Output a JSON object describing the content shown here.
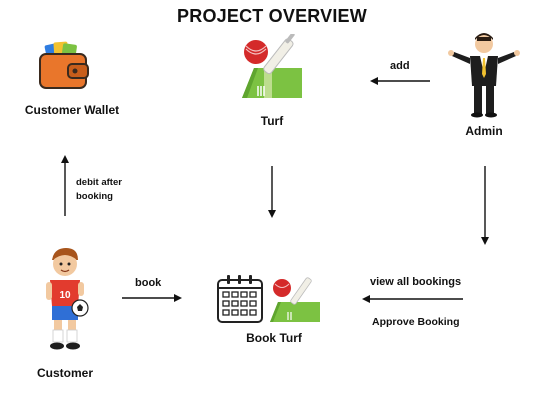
{
  "title": "PROJECT OVERVIEW",
  "nodes": {
    "wallet": {
      "label": "Customer Wallet",
      "icon": "wallet-icon"
    },
    "turf": {
      "label": "Turf",
      "icon": "cricket-turf-icon"
    },
    "admin": {
      "label": "Admin",
      "icon": "admin-person-icon"
    },
    "customer": {
      "label": "Customer",
      "icon": "football-player-icon"
    },
    "book_turf": {
      "label": "Book Turf",
      "icon": "calendar-turf-icon"
    }
  },
  "edges": {
    "admin_to_turf": "add",
    "customer_to_wallet": "debit after booking",
    "customer_to_book": "book",
    "admin_to_book_top": "view all bookings",
    "admin_to_book_bottom": "Approve Booking"
  },
  "colors": {
    "wallet": "#e9762b",
    "grass": "#7cc242",
    "ball": "#d42a2a",
    "suit": "#1e1e1e",
    "jersey": "#e23b2e",
    "shorts": "#2f6fd6"
  }
}
